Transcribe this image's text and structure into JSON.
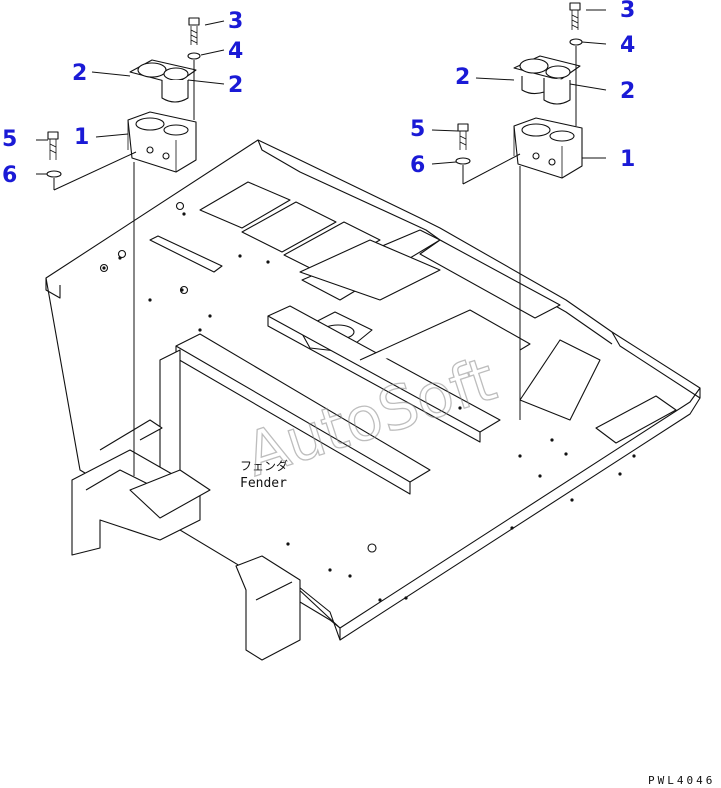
{
  "callouts": {
    "c1": "3",
    "c2": "4",
    "c3": "2",
    "c4": "2",
    "c5": "5",
    "c6": "1",
    "c7": "6",
    "c8": "3",
    "c9": "4",
    "c10": "2",
    "c11": "2",
    "c12": "5",
    "c13": "1",
    "c14": "6"
  },
  "fender_label": {
    "japanese": "フェンダ",
    "english": "Fender"
  },
  "watermark": "AutoSoft",
  "drawing_code": "PWL4046",
  "colors": {
    "callout": "#1a1ad6",
    "line": "#111111",
    "watermark": "#888888"
  }
}
